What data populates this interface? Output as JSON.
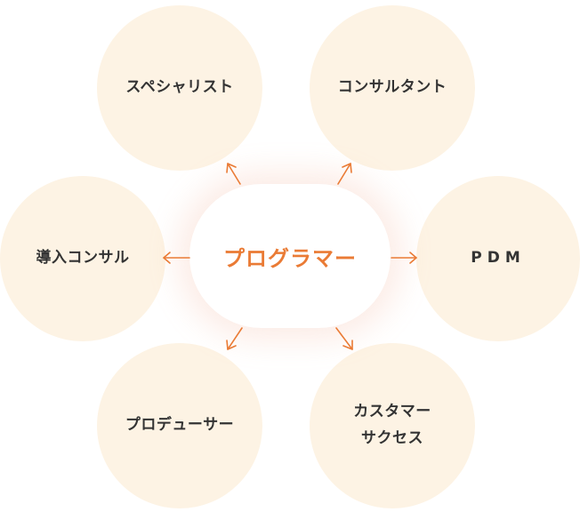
{
  "center": {
    "label": "プログラマー"
  },
  "nodes": {
    "specialist": "スペシャリスト",
    "consultant": "コンサルタント",
    "intro_consultant": "導入コンサル",
    "pdm": "PDM",
    "producer": "プロデューサー",
    "customer_success": "カスタマー\nサクセス"
  },
  "colors": {
    "accent": "#ea7b35",
    "node_fill": "#fdf3e4",
    "text": "#333333"
  }
}
